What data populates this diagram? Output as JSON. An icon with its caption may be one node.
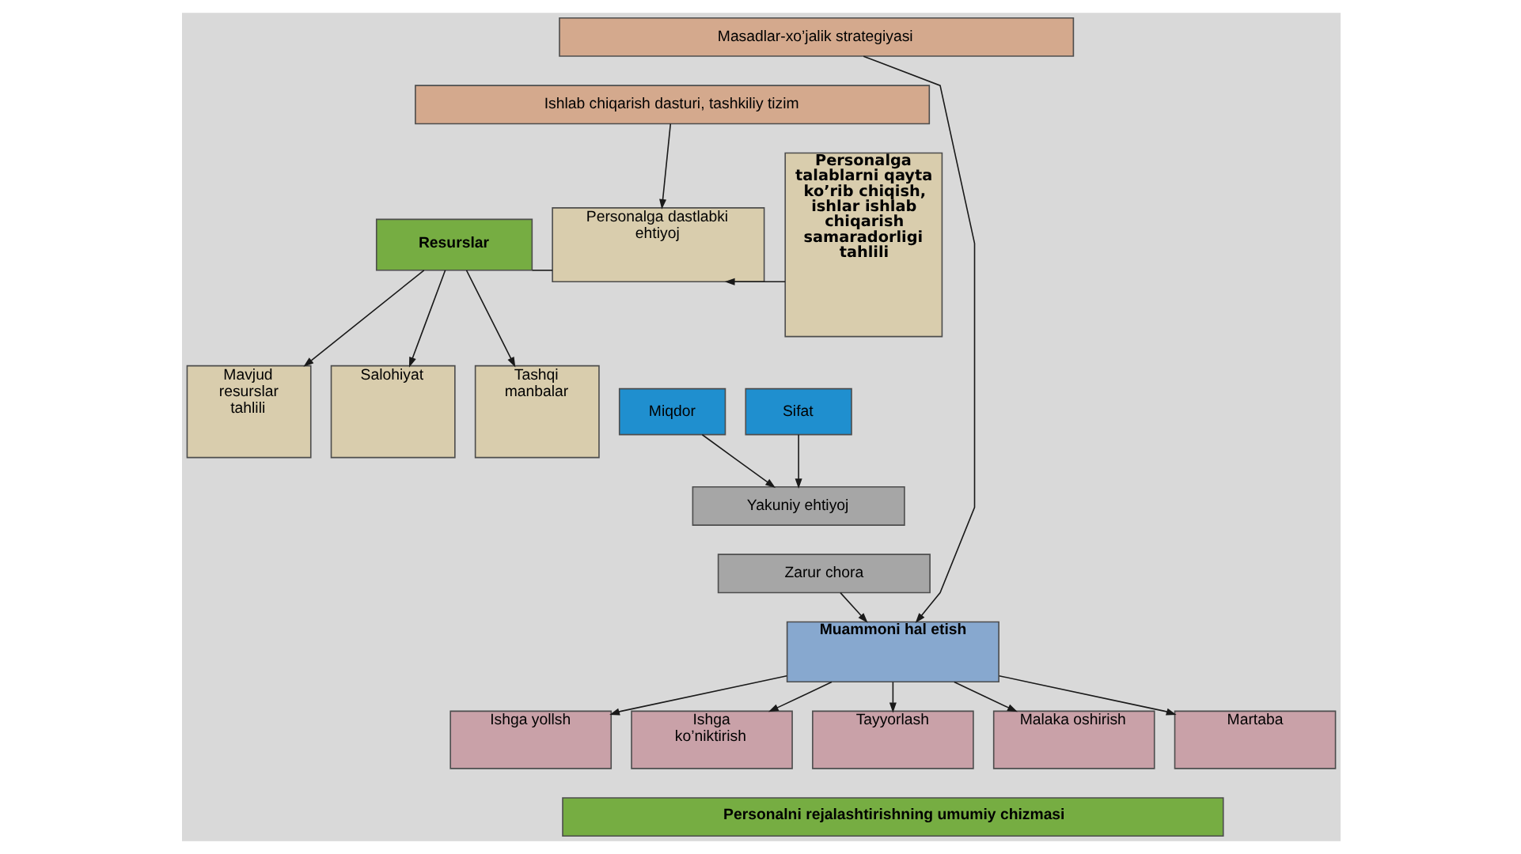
{
  "diagram": {
    "nodes": [
      {
        "text": [
          "Masadlar-xo’jalik strategiyasi"
        ]
      },
      {
        "text": [
          "Ishlab chiqarish dasturi, tashkiliy tizim"
        ]
      },
      {
        "text": [
          "Resurslar"
        ]
      },
      {
        "text": [
          "Personalga dastlabki ehtiyoj"
        ]
      },
      {
        "text": [
          "Personalga talablarni qayta ko’rib chiqish, ishlar ishlab chiqarish samaradorligi tahlili"
        ]
      },
      {
        "text": [
          "Mavjud resurslar tahlili"
        ]
      },
      {
        "text": [
          "Salohiyat"
        ]
      },
      {
        "text": [
          "Tashqi manbalar"
        ]
      },
      {
        "text": [
          "Miqdor"
        ]
      },
      {
        "text": [
          "Sifat"
        ]
      },
      {
        "text": [
          "Yakuniy ehtiyoj"
        ]
      },
      {
        "text": [
          "Zarur chora"
        ]
      },
      {
        "text": [
          "Muammoni hal etish"
        ]
      },
      {
        "text": [
          "Ishga yollsh"
        ]
      },
      {
        "text": [
          "Ishga ko’niktirish"
        ]
      },
      {
        "text": [
          "Tayyorlash"
        ]
      },
      {
        "text": [
          "Malaka oshirish"
        ]
      },
      {
        "text": [
          "Martaba"
        ]
      },
      {
        "text": [
          "Personalni rejalashtirishning umumiy chizmasi"
        ]
      }
    ],
    "edges": [
      {
        "from": 0,
        "to": 12,
        "arrow": "to"
      },
      {
        "from": 1,
        "to": 3,
        "arrow": "to"
      },
      {
        "from": 2,
        "to": 3,
        "arrow": "none"
      },
      {
        "from": 4,
        "to": 3,
        "arrow": "to"
      },
      {
        "from": 2,
        "to": 5,
        "arrow": "to"
      },
      {
        "from": 2,
        "to": 6,
        "arrow": "to"
      },
      {
        "from": 2,
        "to": 7,
        "arrow": "to"
      },
      {
        "from": 8,
        "to": 10,
        "arrow": "to"
      },
      {
        "from": 9,
        "to": 10,
        "arrow": "to"
      },
      {
        "from": 11,
        "to": 12,
        "arrow": "to"
      },
      {
        "from": 12,
        "to": 13,
        "arrow": "to"
      },
      {
        "from": 12,
        "to": 14,
        "arrow": "to"
      },
      {
        "from": 12,
        "to": 15,
        "arrow": "to"
      },
      {
        "from": 12,
        "to": 16,
        "arrow": "to"
      },
      {
        "from": 12,
        "to": 17,
        "arrow": "to"
      }
    ]
  }
}
